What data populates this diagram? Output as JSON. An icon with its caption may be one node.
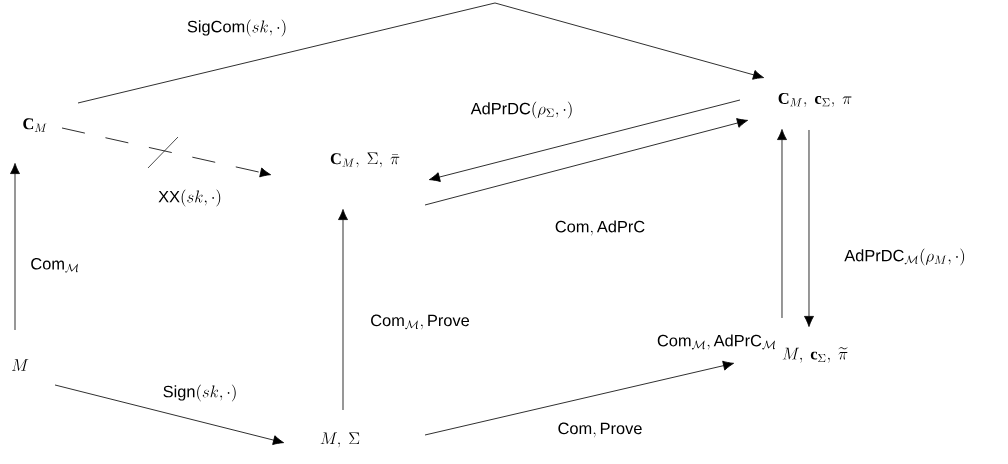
{
  "diagram": {
    "nodes": [
      {
        "text": [
          "\\mathbf{C}_M"
        ]
      },
      {
        "text": [
          "\\mathbf{C}_M,\\ \\mathbf{c}_\\Sigma,\\ \\pi"
        ]
      },
      {
        "text": [
          "\\mathbf{C}_M,\\ \\Sigma,\\ \\bar{\\pi}"
        ]
      },
      {
        "text": [
          "M"
        ]
      },
      {
        "text": [
          "M,\\ \\mathbf{c}_\\Sigma,\\ \\widetilde{\\pi}"
        ]
      },
      {
        "text": [
          "M,\\ \\Sigma"
        ]
      }
    ],
    "edges": [
      {
        "from": 0,
        "to": 1,
        "arrow": "to",
        "label": "\\mathsf{SigCom}(sk,\\cdot)"
      },
      {
        "from": 0,
        "to": 2,
        "arrow": "to",
        "style": "dashed",
        "label": "\\mathsf{XX}(sk,\\cdot)"
      },
      {
        "from": 1,
        "to": 2,
        "arrow": "to",
        "label": "\\mathsf{AdPrDC}(\\rho_\\Sigma,\\cdot)"
      },
      {
        "from": 2,
        "to": 1,
        "arrow": "to",
        "label": "\\mathsf{Com},\\mathsf{AdPrC}"
      },
      {
        "from": 3,
        "to": 0,
        "arrow": "to",
        "label": "\\mathsf{Com}_\\mathcal{M}"
      },
      {
        "from": 5,
        "to": 2,
        "arrow": "to",
        "label": "\\mathsf{Com}_\\mathcal{M},\\mathsf{Prove}"
      },
      {
        "from": 4,
        "to": 1,
        "arrow": "to",
        "label": "\\mathsf{Com}_\\mathcal{M},\\mathsf{AdPrC}_\\mathcal{M}"
      },
      {
        "from": 1,
        "to": 4,
        "arrow": "to",
        "label": "\\mathsf{AdPrDC}_\\mathcal{M}(\\rho_M,\\cdot)"
      },
      {
        "from": 3,
        "to": 5,
        "arrow": "to",
        "label": "\\mathsf{Sign}(sk,\\cdot)"
      },
      {
        "from": 5,
        "to": 4,
        "arrow": "to",
        "label": "\\mathsf{Com},\\mathsf{Prove}"
      }
    ]
  }
}
